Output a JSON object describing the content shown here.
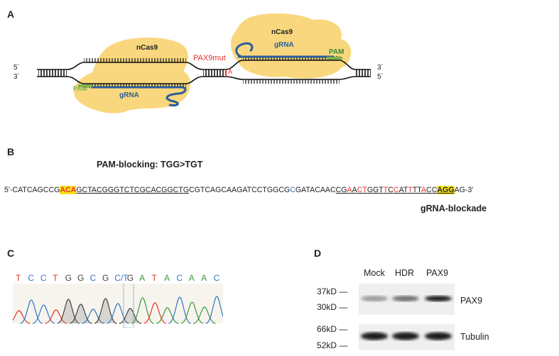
{
  "panels": {
    "a": {
      "label": "A"
    },
    "b": {
      "label": "B"
    },
    "c": {
      "label": "C"
    },
    "d": {
      "label": "D"
    }
  },
  "diagram": {
    "strand_top_left": "5´",
    "strand_bottom_left": "3´",
    "strand_top_right": "3´",
    "strand_bottom_right": "5´",
    "ncas9_left": "nCas9",
    "ncas9_right": "nCas9",
    "grna_left": "gRNA",
    "grna_right": "gRNA",
    "pam_left": "PAM",
    "pam_right": "PAM",
    "mut_label": "PAX9mut",
    "mut_base": "A",
    "colors": {
      "blob": "#f9d77e",
      "grna": "#2a5d9a",
      "pam": "#3a8a3a",
      "mut": "#e8332a"
    }
  },
  "sequence": {
    "pam_blocking_label": "PAM-blocking: TGG>TGT",
    "grna_blockade_label": "gRNA-blockade",
    "s1": "5'-CATCAGCCG",
    "s2_a": "A",
    "s2_c": "C",
    "s2_a2": "A",
    "s3": "GCTACGGGTCTCGCACGGCTG",
    "s4": "CGTCAGCAAGATCCTGGCG",
    "s5": "C",
    "s6": "GATACAAC",
    "u1": "CG",
    "u2": "A",
    "u3": "A",
    "u4": "C",
    "u5": "T",
    "u6": "GGT",
    "u7": "T",
    "u8": "C",
    "u9": "C",
    "u10": "AT",
    "u11": "T",
    "u12": "TT",
    "u13": "A",
    "u14": "CC",
    "s7": "AGG",
    "s8": "AG-3'"
  },
  "chromatogram": {
    "bases": [
      {
        "b": "T",
        "color": "#e8332a"
      },
      {
        "b": "C",
        "color": "#2f78c4"
      },
      {
        "b": "C",
        "color": "#2f78c4"
      },
      {
        "b": "T",
        "color": "#e8332a"
      },
      {
        "b": "G",
        "color": "#444444"
      },
      {
        "b": "G",
        "color": "#444444"
      },
      {
        "b": "C",
        "color": "#2f78c4"
      },
      {
        "b": "G",
        "color": "#444444"
      },
      {
        "b": "C/T",
        "color": "#2f78c4"
      },
      {
        "b": "G",
        "color": "#444444"
      },
      {
        "b": "A",
        "color": "#3a9a3a"
      },
      {
        "b": "T",
        "color": "#e8332a"
      },
      {
        "b": "A",
        "color": "#3a9a3a"
      },
      {
        "b": "C",
        "color": "#2f78c4"
      },
      {
        "b": "A",
        "color": "#3a9a3a"
      },
      {
        "b": "A",
        "color": "#3a9a3a"
      },
      {
        "b": "C",
        "color": "#2f78c4"
      }
    ]
  },
  "western": {
    "lanes": [
      "Mock",
      "HDR",
      "PAX9"
    ],
    "marker_37": "37kD —",
    "marker_30": "30kD —",
    "marker_66": "66kD —",
    "marker_52": "52kD —",
    "band_pax9": "PAX9",
    "band_tubulin": "Tubulin",
    "pax9_intensity": [
      0.35,
      0.55,
      0.95
    ],
    "tubulin_intensity": [
      0.95,
      0.95,
      0.95
    ]
  }
}
